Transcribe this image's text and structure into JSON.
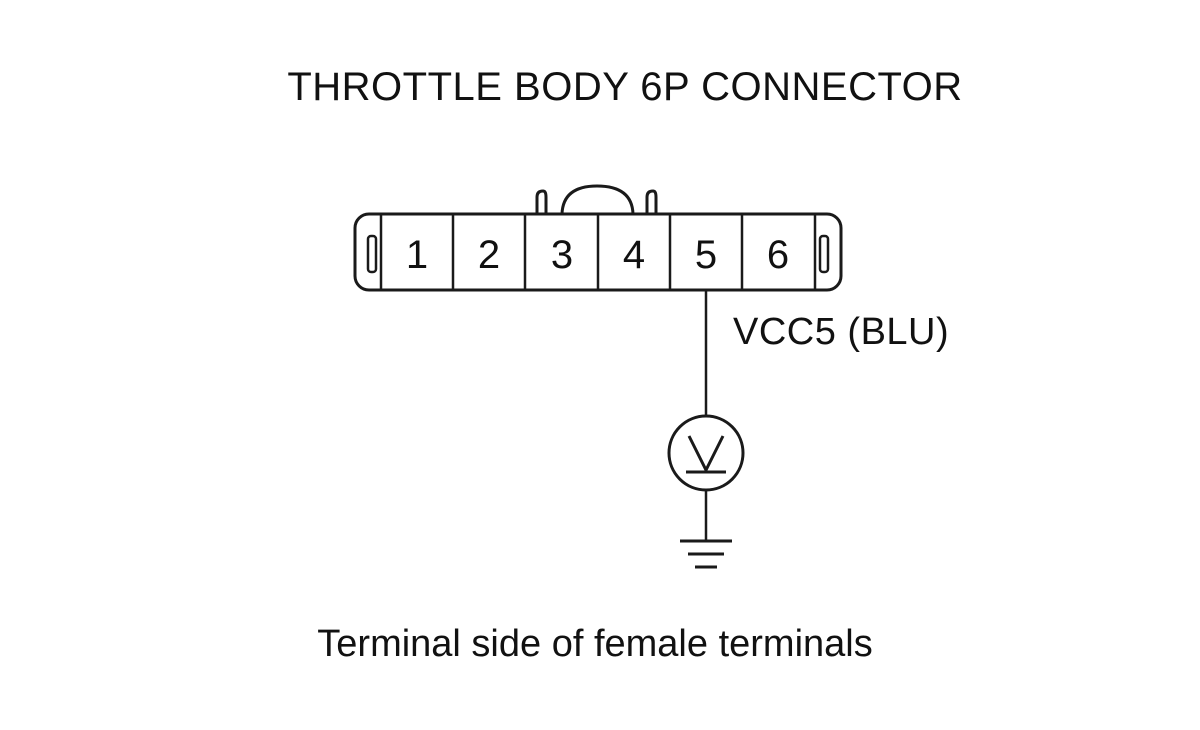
{
  "title": "THROTTLE BODY 6P CONNECTOR",
  "connector": {
    "terminals": [
      "1",
      "2",
      "3",
      "4",
      "5",
      "6"
    ],
    "measured_terminal": "5"
  },
  "wire_label": "VCC5 (BLU)",
  "meter_symbol": "voltmeter-icon",
  "ground_symbol": "ground-icon",
  "caption": "Terminal side of female terminals"
}
